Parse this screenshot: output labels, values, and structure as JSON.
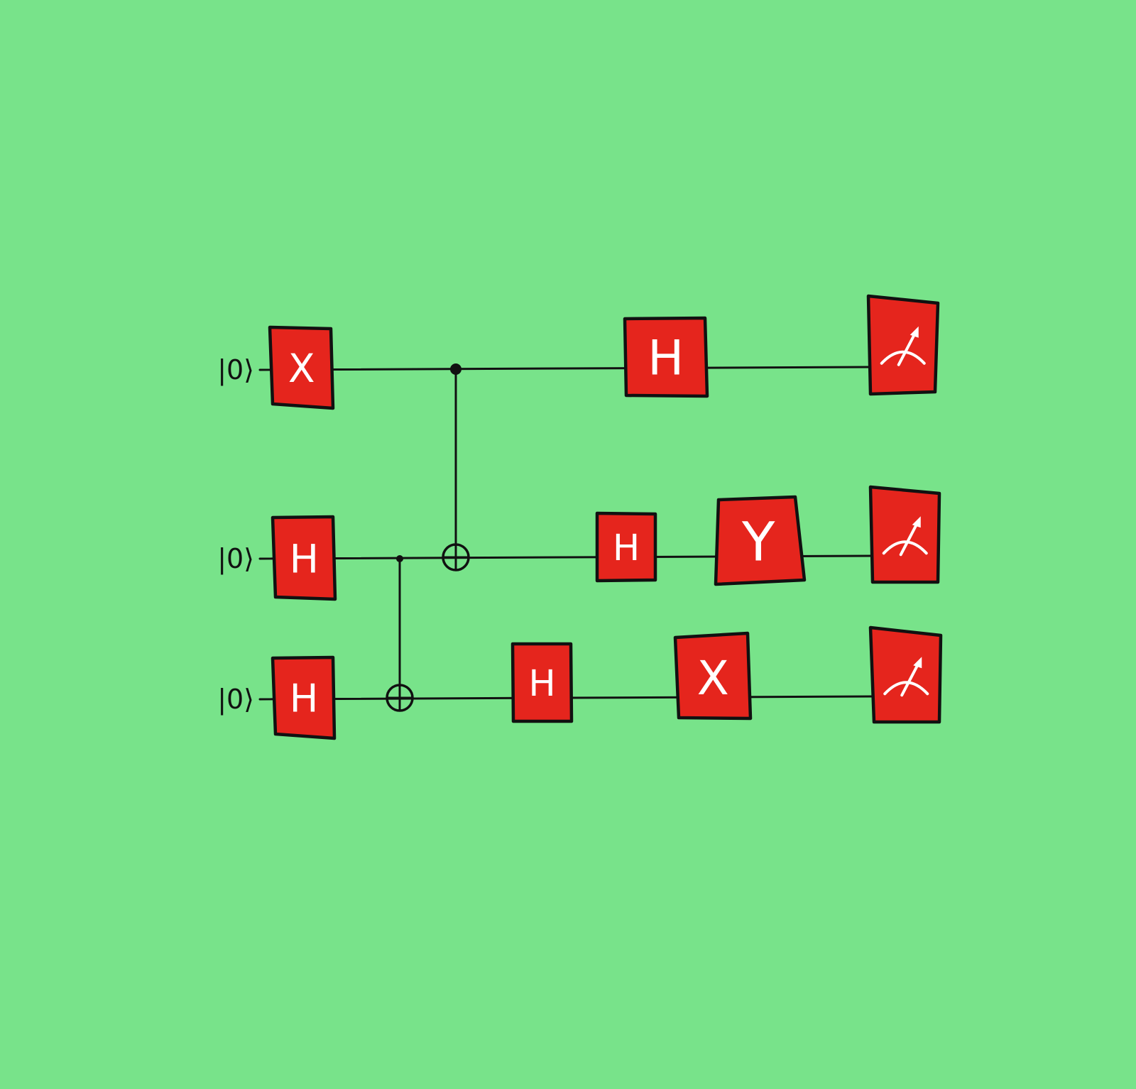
{
  "colors": {
    "background": "#78e38a",
    "gate_fill": "#e5251d",
    "gate_stroke": "#111111",
    "wire": "#111111",
    "symbol": "#ffffff"
  },
  "qubits": [
    {
      "label": "|0⟩"
    },
    {
      "label": "|0⟩"
    },
    {
      "label": "|0⟩"
    }
  ],
  "gates": [
    {
      "qubit": 0,
      "label": "X",
      "icon": ""
    },
    {
      "qubit": 0,
      "label": "H",
      "icon": ""
    },
    {
      "qubit": 0,
      "label": "",
      "icon": "measurement-meter-icon"
    },
    {
      "qubit": 1,
      "label": "H",
      "icon": ""
    },
    {
      "qubit": 1,
      "label": "H",
      "icon": ""
    },
    {
      "qubit": 1,
      "label": "Y",
      "icon": ""
    },
    {
      "qubit": 1,
      "label": "",
      "icon": "measurement-meter-icon"
    },
    {
      "qubit": 2,
      "label": "H",
      "icon": ""
    },
    {
      "qubit": 2,
      "label": "H",
      "icon": ""
    },
    {
      "qubit": 2,
      "label": "X",
      "icon": ""
    },
    {
      "qubit": 2,
      "label": "",
      "icon": "measurement-meter-icon"
    }
  ],
  "controlled_gates": [
    {
      "type": "CNOT",
      "control": 1,
      "target": 2
    },
    {
      "type": "CNOT",
      "control": 0,
      "target": 1
    }
  ]
}
